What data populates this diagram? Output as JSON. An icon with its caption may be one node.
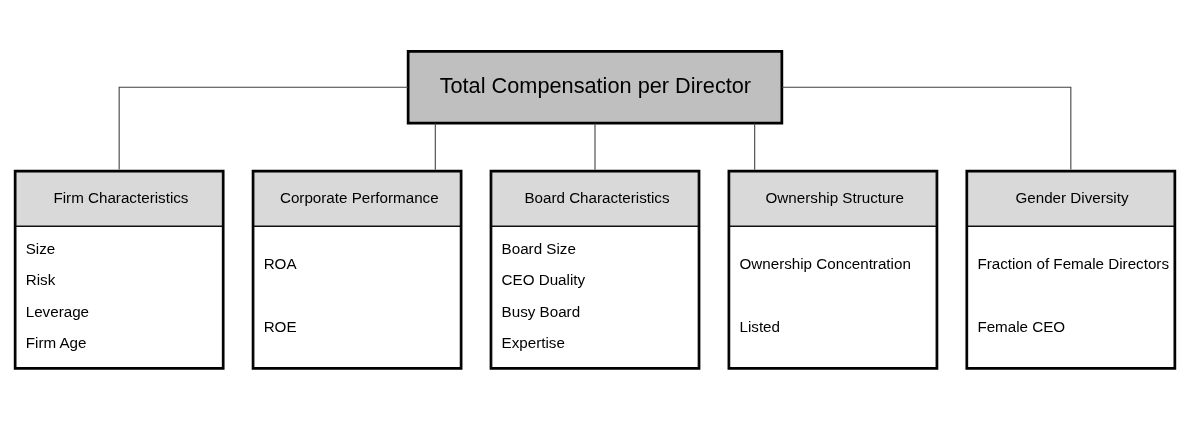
{
  "diagram": {
    "nodes": [
      {
        "text": [
          "Total Compensation per Director"
        ]
      },
      {
        "text": [
          "Firm Characteristics",
          "Size",
          "Risk",
          "Leverage",
          "Firm Age"
        ]
      },
      {
        "text": [
          "Corporate Performance",
          "ROA",
          "ROE"
        ]
      },
      {
        "text": [
          "Board Characteristics",
          "Board Size",
          "CEO Duality",
          "Busy Board",
          "Expertise"
        ]
      },
      {
        "text": [
          "Ownership Structure",
          "Ownership Concentration",
          "Listed"
        ]
      },
      {
        "text": [
          "Gender Diversity",
          "Fraction of Female Directors",
          "Female CEO"
        ]
      }
    ],
    "edges": [
      {
        "from": 0,
        "to": 1,
        "arrow": "none"
      },
      {
        "from": 0,
        "to": 2,
        "arrow": "none"
      },
      {
        "from": 0,
        "to": 3,
        "arrow": "none"
      },
      {
        "from": 0,
        "to": 4,
        "arrow": "none"
      },
      {
        "from": 0,
        "to": 5,
        "arrow": "none"
      }
    ]
  }
}
